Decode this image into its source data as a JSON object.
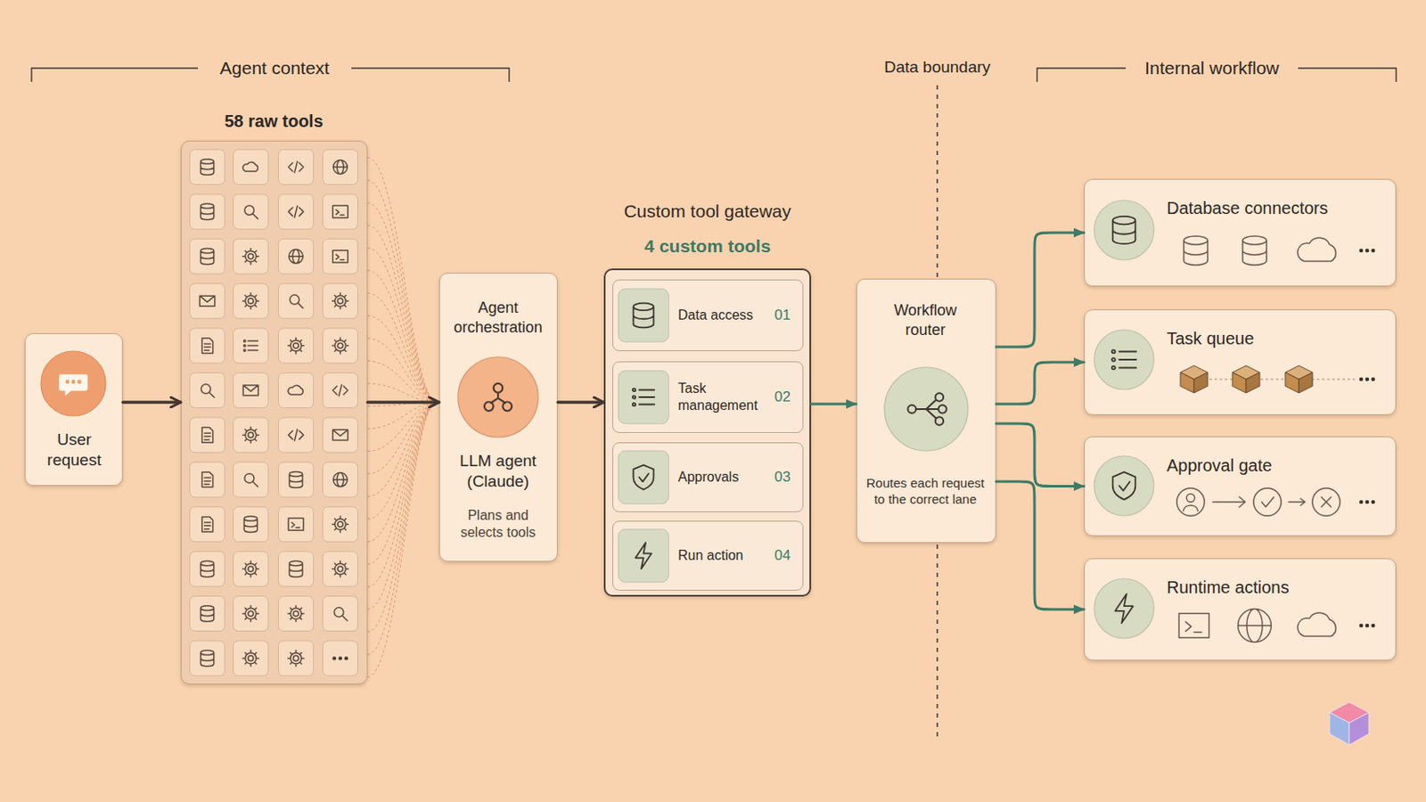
{
  "diagram": {
    "nodes": [
      {
        "text": [
          "User request"
        ]
      },
      {
        "text": [
          "58 raw tools"
        ]
      },
      {
        "text": [
          "Agent orchestration",
          "LLM agent (Claude)",
          "Plans and selects tools"
        ]
      },
      {
        "text": [
          "Custom tool gateway",
          "4 custom tools"
        ]
      },
      {
        "text": [
          "Data access",
          "01"
        ],
        "in": 3
      },
      {
        "text": [
          "Task management",
          "02"
        ],
        "in": 3
      },
      {
        "text": [
          "Approvals",
          "03"
        ],
        "in": 3
      },
      {
        "text": [
          "Run action",
          "04"
        ],
        "in": 3
      },
      {
        "text": [
          "Workflow router",
          "Routes each request to the correct lane"
        ]
      },
      {
        "text": [
          "Database connectors"
        ]
      },
      {
        "text": [
          "Task queue"
        ]
      },
      {
        "text": [
          "Approval gate"
        ]
      },
      {
        "text": [
          "Runtime actions"
        ]
      }
    ],
    "edges": [
      {
        "from": 0,
        "to": 1,
        "arrow": "to"
      },
      {
        "from": 1,
        "to": 2,
        "arrow": "to"
      },
      {
        "from": 2,
        "to": 3,
        "arrow": "to"
      },
      {
        "from": 3,
        "to": 8,
        "arrow": "to"
      },
      {
        "from": 8,
        "to": 9,
        "arrow": "to"
      },
      {
        "from": 8,
        "to": 10,
        "arrow": "to"
      },
      {
        "from": 8,
        "to": 11,
        "arrow": "to"
      },
      {
        "from": 8,
        "to": 12,
        "arrow": "to"
      }
    ],
    "labels": [
      "Agent context",
      "Data boundary",
      "Internal workflow"
    ]
  }
}
